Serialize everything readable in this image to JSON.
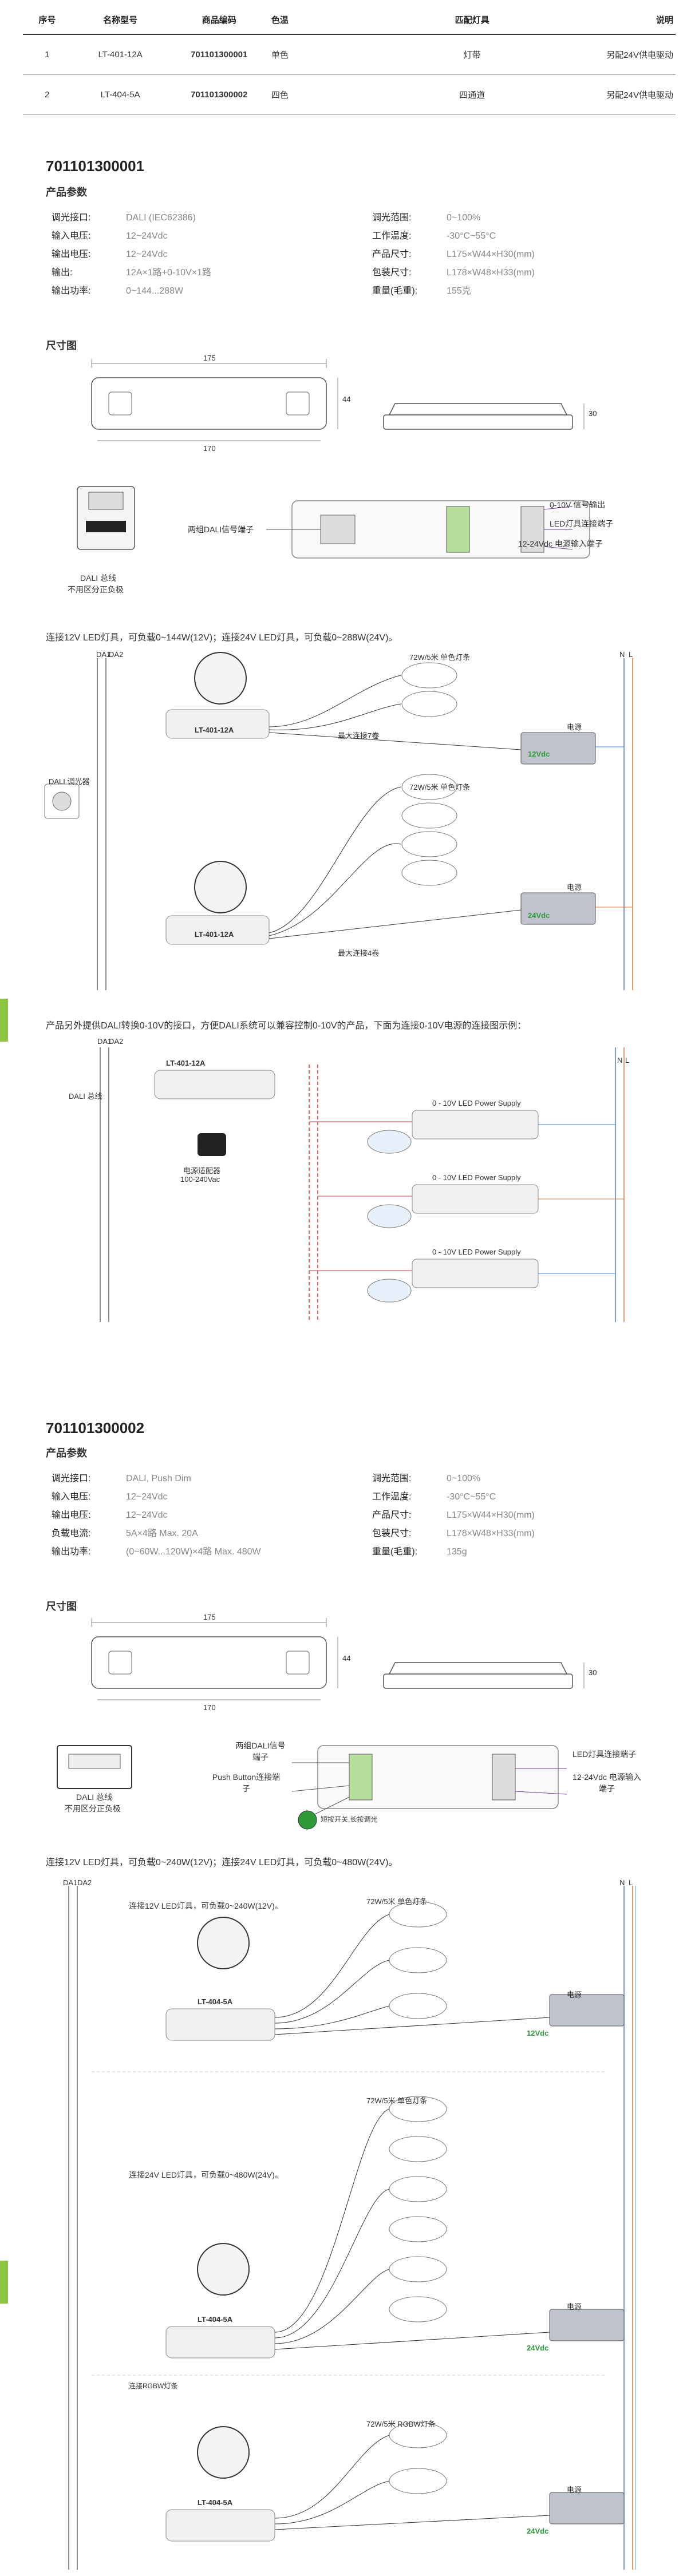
{
  "table": {
    "headers": [
      "序号",
      "名称型号",
      "商品编码",
      "色温",
      "匹配灯具",
      "说明"
    ],
    "rows": [
      {
        "no": "1",
        "model": "LT-401-12A",
        "code": "701101300001",
        "color": "单色",
        "lamp": "灯带",
        "note": "另配24V供电驱动"
      },
      {
        "no": "2",
        "model": "LT-404-5A",
        "code": "701101300002",
        "color": "四色",
        "lamp": "四通道",
        "note": "另配24V供电驱动"
      }
    ]
  },
  "product1": {
    "code": "701101300001",
    "params_title": "产品参数",
    "left": [
      {
        "k": "调光接口:",
        "v": "DALI (IEC62386)"
      },
      {
        "k": "输入电压:",
        "v": "12~24Vdc"
      },
      {
        "k": "输出电压:",
        "v": "12~24Vdc"
      },
      {
        "k": "输出:",
        "v": "12A×1路+0-10V×1路"
      },
      {
        "k": "输出功率:",
        "v": "0~144...288W"
      }
    ],
    "right": [
      {
        "k": "调光范围:",
        "v": "0~100%"
      },
      {
        "k": "工作温度:",
        "v": "-30°C~55°C"
      },
      {
        "k": "产品尺寸:",
        "v": "L175×W44×H30(mm)"
      },
      {
        "k": "包装尺寸:",
        "v": "L178×W48×H33(mm)"
      },
      {
        "k": "重量(毛重):",
        "v": "155克"
      }
    ],
    "dims_title": "尺寸图",
    "dim_175": "175",
    "dim_170": "170",
    "dim_44": "44",
    "dim_30": "30",
    "dali_bus": "DALI 总线",
    "dali_bus_note": "不用区分正负极",
    "dali_signal": "两组DALI信号端子",
    "out_010": "0-10V 信号输出",
    "led_term": "LED灯具连接端子",
    "pwr_term": "12-24Vdc 电源输入端子",
    "wiring_note": "连接12V LED灯具，可负载0~144W(12V)；连接24V LED灯具，可负载0~288W(24V)。",
    "da1": "DA1",
    "da2": "DA2",
    "n": "N",
    "l": "L",
    "dimmer": "DALI 调光器",
    "strip1": "72W/5米    单色灯条",
    "strip2": "72W/5米    单色灯条",
    "max_connect7": "最大连接7卷",
    "max_connect4": "最大连接4卷",
    "psu": "电源",
    "v12": "12Vdc",
    "v24": "24Vdc",
    "model_lbl": "LT-401-12A",
    "para2": "产品另外提供DALI转换0-10V的接口，方便DALI系统可以兼容控制0-10V的产品，下面为连接0-10V电源的连接图示例：",
    "dali_bus_v": "DALI 总线",
    "adapter1": "电源适配器",
    "adapter2": "100-240Vac",
    "psu010": "0 - 10V  LED Power Supply"
  },
  "product2": {
    "code": "701101300002",
    "params_title": "产品参数",
    "left": [
      {
        "k": "调光接口:",
        "v": "DALI, Push Dim"
      },
      {
        "k": "输入电压:",
        "v": "12~24Vdc"
      },
      {
        "k": "输出电压:",
        "v": "12~24Vdc"
      },
      {
        "k": "负载电流:",
        "v": "5A×4路     Max. 20A"
      },
      {
        "k": "输出功率:",
        "v": "(0~60W...120W)×4路    Max. 480W"
      }
    ],
    "right": [
      {
        "k": "调光范围:",
        "v": "0~100%"
      },
      {
        "k": "工作温度:",
        "v": "-30°C~55°C"
      },
      {
        "k": "产品尺寸:",
        "v": "L175×W44×H30(mm)"
      },
      {
        "k": "包装尺寸:",
        "v": "L178×W48×H33(mm)"
      },
      {
        "k": "重量(毛重):",
        "v": "135g"
      }
    ],
    "dims_title": "尺寸图",
    "dali_signal": "两组DALI信号端子",
    "push": "Push Button连接端子",
    "push_note": "短按开关,长按调光",
    "led_term": "LED灯具连接端子",
    "pwr_term": "12-24Vdc 电源输入端子",
    "wiring_note": "连接12V LED灯具，可负载0~240W(12V)；连接24V LED灯具，可负载0~480W(24V)。",
    "note12": "连接12V LED灯具，可负载0~240W(12V)。",
    "note24": "连接24V LED灯具，可负载0~480W(24V)。",
    "rgbw_note": "连接RGBW灯条",
    "strip_mono": "72W/5米    单色灯条",
    "strip_rgbw": "72W/5米    RGBW灯条",
    "model_lbl": "LT-404-5A",
    "v12": "12Vdc",
    "v24": "24Vdc"
  }
}
